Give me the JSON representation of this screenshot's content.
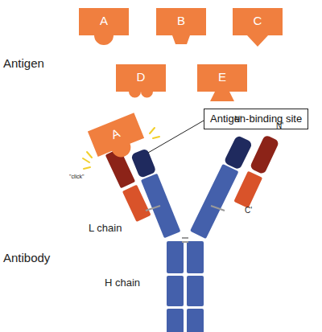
{
  "diagram": {
    "nodes": [
      {
        "text": [
          "A"
        ]
      },
      {
        "text": [
          "B"
        ]
      },
      {
        "text": [
          "C"
        ]
      },
      {
        "text": [
          "D"
        ]
      },
      {
        "text": [
          "E"
        ]
      },
      {
        "text": [
          "Antigen-binding site"
        ]
      },
      {
        "text": [
          "A"
        ]
      }
    ],
    "labels": [
      "Antigen",
      "N'",
      "N'",
      "\"click\"",
      "L chain",
      "C'",
      "Antibody",
      "H chain"
    ]
  }
}
